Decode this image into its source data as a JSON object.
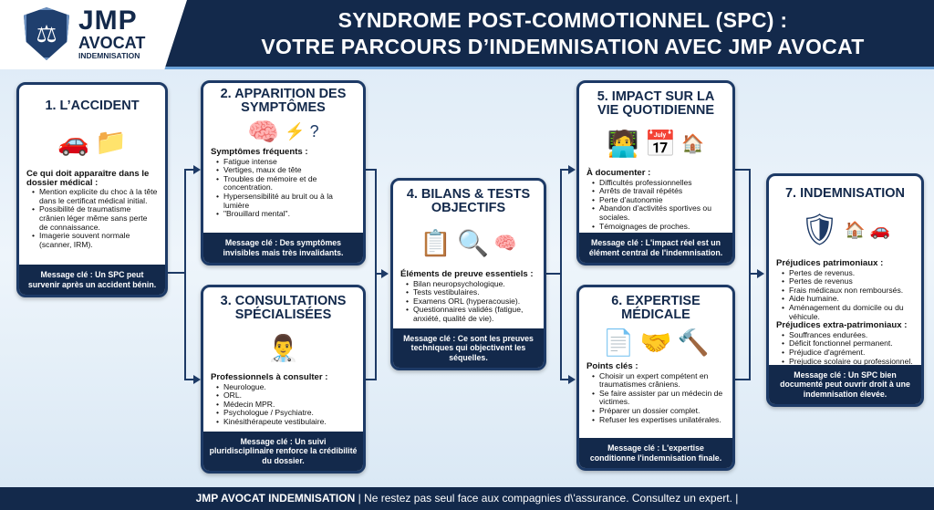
{
  "logo": {
    "name": "JMP",
    "line2": "AVOCAT",
    "line3": "INDEMNISATION"
  },
  "title": {
    "line1": "SYNDROME POST-COMMOTIONNEL (SPC) :",
    "line2": "VOTRE PARCOURS D’INDEMNISATION AVEC JMP AVOCAT"
  },
  "steps": [
    {
      "title": "1. L’ACCIDENT",
      "label": "Ce qui doit apparaître dans le dossier médical :",
      "items": [
        "Mention explicite du choc à la tête dans le certificat médical initial.",
        "Possibilité de traumatisme crânien léger même sans perte de connaissance.",
        "Imagerie souvent normale (scanner, IRM)."
      ],
      "message": "Message clé : Un SPC peut survenir après un accident bénin."
    },
    {
      "title": "2. APPARITION DES SYMPTÔMES",
      "label": "Symptômes fréquents :",
      "items": [
        "Fatigue intense",
        "Vertiges, maux de tête",
        "Troubles de mémoire et de concentration.",
        "Hypersensibilité au bruit ou à la lumière",
        "\"Brouillard mental\"."
      ],
      "message": "Message clé : Des symptômes invisibles mais très invalidants."
    },
    {
      "title": "3. CONSULTATIONS SPÉCIALISÉES",
      "label": "Professionnels à consulter :",
      "items": [
        "Neurologue.",
        "ORL.",
        "Médecin MPR.",
        "Psychologue  / Psychiatre.",
        "Kinésithérapeute vestibulaire."
      ],
      "message": "Message clé : Un suivi pluridisciplinaire renforce la crédibilité du dossier."
    },
    {
      "title": "4. BILANS & TESTS OBJECTIFS",
      "label": "Éléments de preuve essentiels :",
      "items": [
        "Bilan neuropsychologique.",
        "Tests vestibulaires.",
        "Examens ORL (hyperacousie).",
        "Questionnaires validés (fatigue, anxiété, qualité de vie)."
      ],
      "message": "Message clé : Ce sont les preuves techniques qui objectivent les séquelles."
    },
    {
      "title": "5. IMPACT SUR LA VIE QUOTIDIENNE",
      "label": "À documenter :",
      "items": [
        "Difficultés professionnelles",
        "Arrêts de travail répétés",
        "Perte d'autonomie",
        "Abandon d'activités sportives ou sociales.",
        "Témoignages de proches."
      ],
      "message": "Message clé : L'impact réel est un élément central de l'indemnisation."
    },
    {
      "title": "6. EXPERTISE MÉDICALE",
      "label": "Points clés :",
      "items": [
        "Choisir un expert compétent en traumatismes crâniens.",
        "Se faire assister par un médecin de victimes.",
        "Préparer un dossier complet.",
        "Refuser les expertises unilatérales."
      ],
      "message": "Message clé : L'expertise conditionne l'indemnisation finale."
    },
    {
      "title": "7. INDEMNISATION",
      "label": "Préjudices patrimoniaux :",
      "items": [
        "Pertes de revenus.",
        "Pertes de revenus",
        "Frais médicaux non remboursés.",
        "Aide humaine.",
        "Aménagement du domicile ou du véhicule."
      ],
      "label2": "Préjudices extra-patrimoniaux :",
      "items2": [
        "Souffrances endurées.",
        "Déficit fonctionnel permanent.",
        "Préjudice d'agrément.",
        "Prejudice scolaire ou professionnel."
      ],
      "message": "Message clé : Un SPC bien documenté peut ouvrir droit à une indemnisation élevée."
    }
  ],
  "footer": {
    "brand": "JMP AVOCAT INDEMNISATION",
    "text": "Ne restez pas seul face aux compagnies d\\'assurance. Consultez un expert."
  }
}
